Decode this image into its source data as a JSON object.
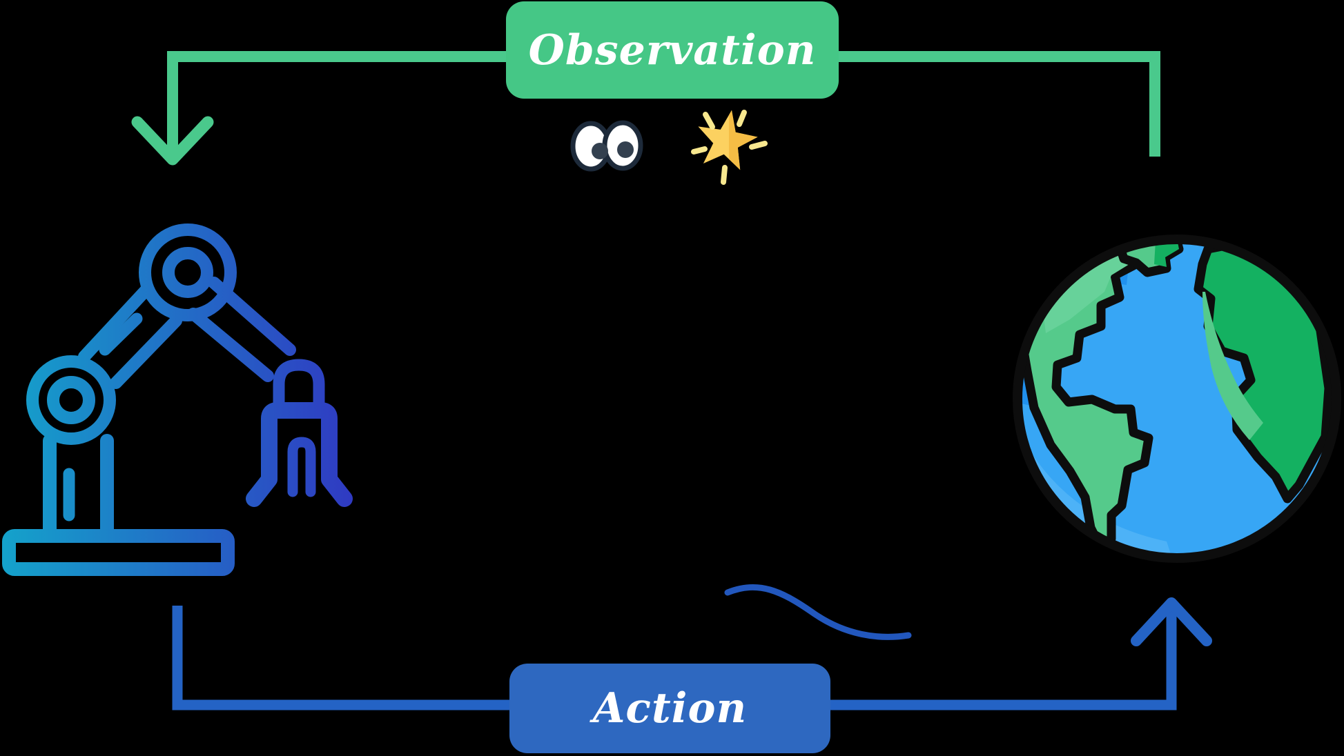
{
  "labels": {
    "observation": "Observation",
    "action": "Action"
  },
  "icons": {
    "agent": "robot-arm-icon",
    "environment": "earth-icon",
    "observation_decorations": [
      "eyes-icon",
      "glowing-star-icon"
    ],
    "action_decoration": "swoosh-stroke"
  },
  "colors": {
    "background": "#000000",
    "label_text": "#ffffff",
    "observation_green": "#45c786",
    "observation_arrow_green": "#4ac98c",
    "action_blue_box": "#2e68c0",
    "action_arrow_blue": "#2463c5",
    "swoosh_blue": "#2257bd",
    "robot_gradient_start": "#14a3cb",
    "robot_gradient_end": "#3038c2",
    "globe_ocean": "#37a6f5",
    "globe_ocean_dark": "#2191ee",
    "globe_ocean_light": "#4db2f7",
    "globe_land": "#55ca8b",
    "globe_land_dark": "#14b161",
    "globe_land_light": "#67d29a",
    "globe_outline": "#0d0d0d",
    "eye_white": "#ffffff",
    "eye_outline": "#1d2a3a",
    "eye_pupil": "#33404f",
    "star_gold": "#fcd160",
    "star_gold_dark": "#f5bd45",
    "star_ray": "#f8e88f"
  }
}
